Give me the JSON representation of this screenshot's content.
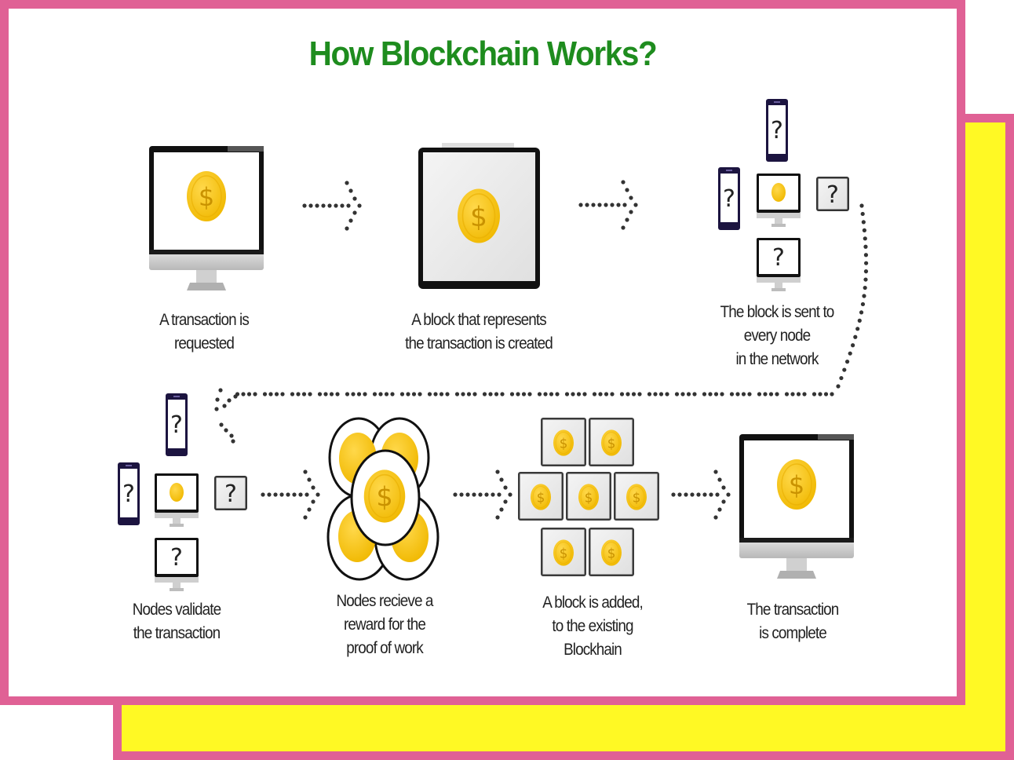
{
  "title": "How Blockchain Works?",
  "colors": {
    "frame_border": "#e06195",
    "back_fill": "#fff924",
    "title_green": "#1e8c1e",
    "coin_yellow": "#f5c518",
    "coin_dark": "#d9a300",
    "device_dark": "#1c1440"
  },
  "steps": [
    {
      "id": 1,
      "icon": "desktop-coin-icon",
      "label_lines": [
        "A transaction is",
        "requested"
      ]
    },
    {
      "id": 2,
      "icon": "tablet-coin-icon",
      "label_lines": [
        "A block that represents",
        "the transaction is created"
      ]
    },
    {
      "id": 3,
      "icon": "network-nodes-icon",
      "label_lines": [
        "The block is sent to",
        "every node",
        "in the network"
      ]
    },
    {
      "id": 4,
      "icon": "network-nodes-icon",
      "label_lines": [
        "Nodes validate",
        "the transaction"
      ]
    },
    {
      "id": 5,
      "icon": "reward-coins-icon",
      "label_lines": [
        "Nodes recieve a",
        "reward for the",
        "proof of work"
      ]
    },
    {
      "id": 6,
      "icon": "block-grid-icon",
      "label_lines": [
        "A block is added,",
        "to the existing",
        "Blockhain"
      ]
    },
    {
      "id": 7,
      "icon": "desktop-coin-icon",
      "label_lines": [
        "The transaction",
        "is complete"
      ]
    }
  ],
  "glyphs": {
    "unknown": "?",
    "currency": "$"
  }
}
